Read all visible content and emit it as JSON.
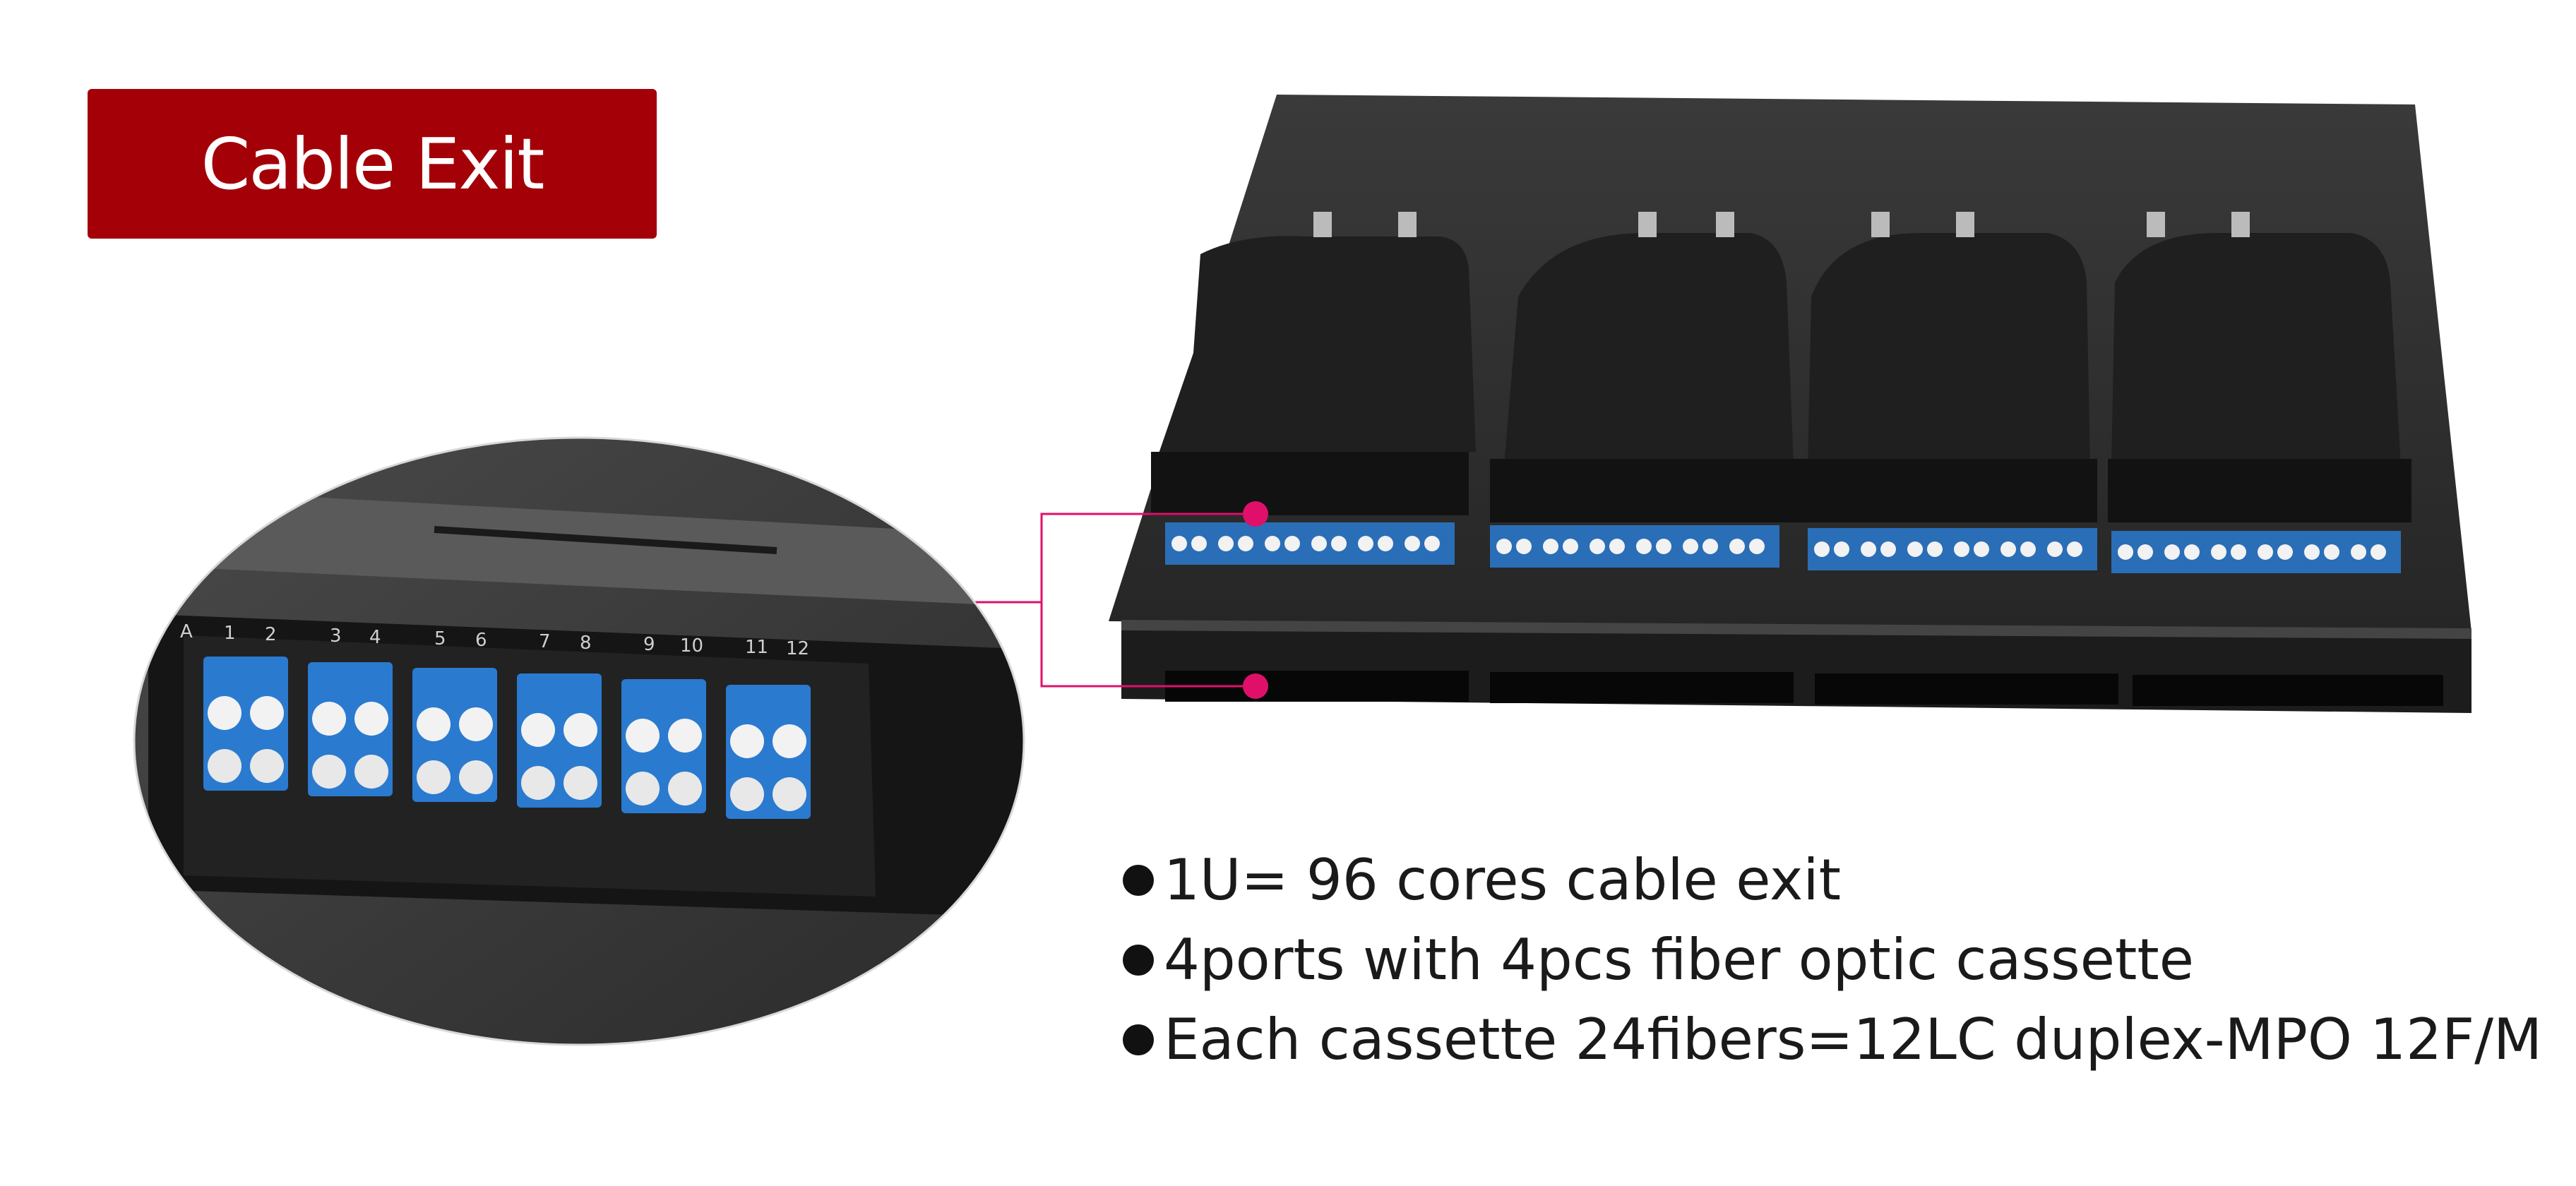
{
  "header": {
    "title": "Cable Exit"
  },
  "bullets": [
    {
      "text": "1U= 96 cores cable exit"
    },
    {
      "text": "4ports with 4pcs fiber optic cassette"
    },
    {
      "text": "Each cassette 24fibers=12LC duplex-MPO 12F/M"
    }
  ],
  "zoom": {
    "port_labels_top": [
      "1",
      "2",
      "3",
      "4",
      "5",
      "6",
      "7",
      "8",
      "9",
      "10",
      "11",
      "12"
    ],
    "row_letter": "A"
  },
  "product": {
    "cassette_count": 4
  },
  "colors": {
    "banner": "#a30008",
    "callout": "#e0106a",
    "panel": "#2b2b2b",
    "adapter_blue": "#2a7ad0",
    "connector_white": "#f2f2f2"
  },
  "icons": {
    "bullet": "bullet-dot-icon"
  }
}
